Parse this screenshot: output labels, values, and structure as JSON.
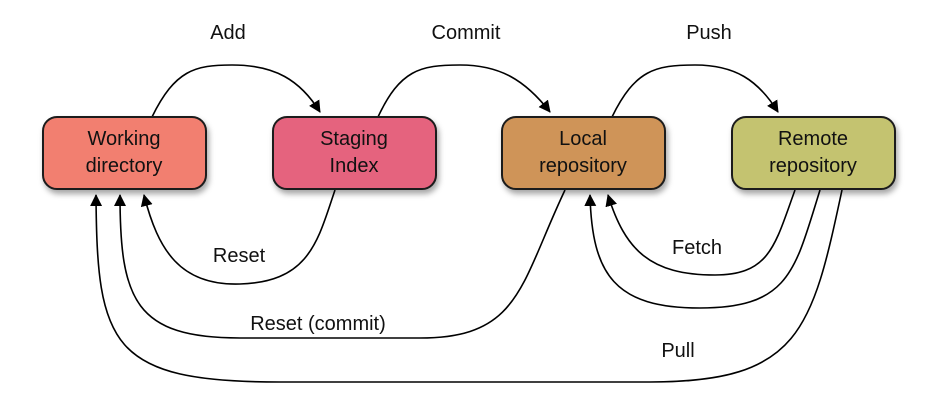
{
  "nodes": {
    "working_directory": {
      "line1": "Working",
      "line2": "directory",
      "color": "#F27F6F"
    },
    "staging_index": {
      "line1": "Staging",
      "line2": "Index",
      "color": "#E5637E"
    },
    "local_repository": {
      "line1": "Local",
      "line2": "repository",
      "color": "#CF9459"
    },
    "remote_repository": {
      "line1": "Remote",
      "line2": "repository",
      "color": "#C4C370"
    }
  },
  "edges": {
    "add": "Add",
    "commit": "Commit",
    "push": "Push",
    "reset": "Reset",
    "reset_commit": "Reset (commit)",
    "fetch": "Fetch",
    "pull": "Pull"
  },
  "colors": {
    "stroke": "#1a1a1a",
    "shadow": "#000000"
  }
}
